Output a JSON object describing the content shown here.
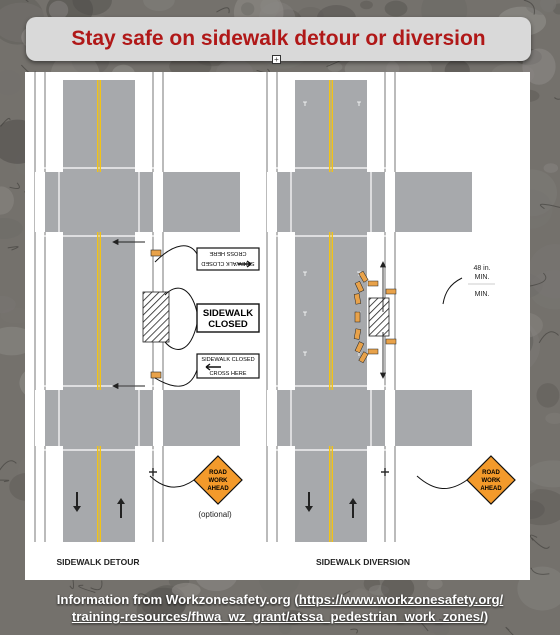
{
  "slide": {
    "title": "Stay safe on sidewalk detour or diversion"
  },
  "diagram": {
    "left_panel_label": "SIDEWALK DETOUR",
    "right_panel_label": "SIDEWALK DIVERSION",
    "sign_cross_here_top": {
      "line1": "SIDEWALK CLOSED",
      "line2": "CROSS HERE"
    },
    "sign_sidewalk_closed": {
      "line1": "SIDEWALK",
      "line2": "CLOSED"
    },
    "sign_cross_here_bottom": {
      "line1": "SIDEWALK CLOSED",
      "line2": "CROSS HERE"
    },
    "road_work_sign": {
      "line1": "ROAD",
      "line2": "WORK",
      "line3": "AHEAD"
    },
    "optional_note": "(optional)",
    "min_width_note": {
      "line1": "48 in.",
      "line2": "MIN.",
      "line3": "MIN."
    },
    "colors": {
      "road": "#a7a9ac",
      "centerline": "#f2c318",
      "sign_orange": "#f39a2b",
      "barricade": "#e8a24a",
      "title_red": "#b01818"
    }
  },
  "footer": {
    "line1_prefix": "Information from Workzonesafety.org (",
    "link_part1": "https://www.workzonesafety.org/",
    "link_part2": "training-resources/fhwa_wz_grant/atssa_pedestrian_work_zones/",
    "line2_suffix": ")"
  }
}
